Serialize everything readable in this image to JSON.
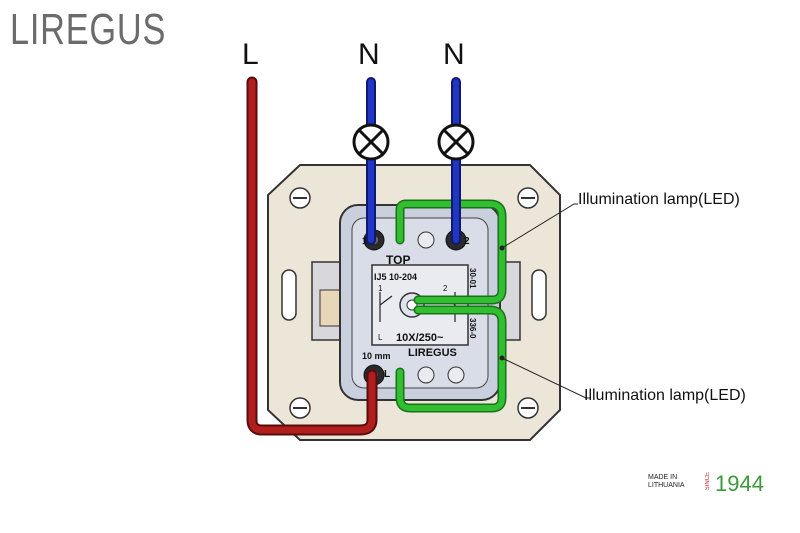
{
  "brand": {
    "logo_text": "LIREGUS",
    "accent_color": "#c0262e"
  },
  "wires": {
    "line_label": "L",
    "neutral_1_label": "N",
    "neutral_2_label": "N",
    "line_color": "#b01e1e",
    "neutral_color": "#1f2fb0",
    "led_color": "#2fbf2f"
  },
  "device": {
    "top_label": "TOP",
    "model_code": "IJ5 10-204",
    "rating": "10X/250~",
    "brand_mark": "LIREGUS",
    "strip_length": "10 mm",
    "terminal_1": "1",
    "terminal_2": "2",
    "terminal_L": "L",
    "schematic_1": "1",
    "schematic_2": "2",
    "schematic_L": "L",
    "side_code_top": "30-01",
    "side_code_bottom": "336-0"
  },
  "callouts": {
    "upper": "Illumination lamp(LED)",
    "lower": "Illumination lamp(LED)"
  },
  "badge": {
    "made_in": "MADE IN",
    "country": "LITHUANIA",
    "since": "SINCE",
    "year": "1944"
  }
}
